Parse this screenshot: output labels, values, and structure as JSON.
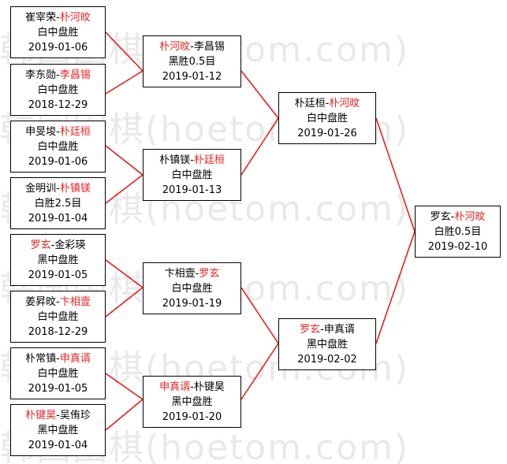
{
  "watermark": "韩国围棋(hoetom.com)",
  "colors": {
    "line": "#ee1111",
    "winner": "#ee2222",
    "box_border": "#000000"
  },
  "matches": [
    {
      "id": "r1-1",
      "p1": "崔宰荣",
      "p2": "朴河旼",
      "winner": 2,
      "result": "白中盘胜",
      "date": "2019-01-06"
    },
    {
      "id": "r1-2",
      "p1": "李东勋",
      "p2": "李昌锡",
      "winner": 2,
      "result": "白中盘胜",
      "date": "2018-12-29"
    },
    {
      "id": "r1-3",
      "p1": "申旻埈",
      "p2": "朴廷桓",
      "winner": 2,
      "result": "白中盘胜",
      "date": "2019-01-06"
    },
    {
      "id": "r1-4",
      "p1": "金明训",
      "p2": "朴镇镁",
      "winner": 2,
      "result": "白胜2.5目",
      "date": "2019-01-04"
    },
    {
      "id": "r1-5",
      "p1": "罗玄",
      "p2": "金彩瑛",
      "winner": 1,
      "result": "黑中盘胜",
      "date": "2019-01-05"
    },
    {
      "id": "r1-6",
      "p1": "姜昇旼",
      "p2": "卞相壹",
      "winner": 2,
      "result": "白中盘胜",
      "date": "2018-12-29"
    },
    {
      "id": "r1-7",
      "p1": "朴常镇",
      "p2": "申真谞",
      "winner": 2,
      "result": "白中盘胜",
      "date": "2019-01-05"
    },
    {
      "id": "r1-8",
      "p1": "朴键昊",
      "p2": "吴侑珍",
      "winner": 1,
      "result": "黑中盘胜",
      "date": "2019-01-04"
    },
    {
      "id": "r2-1",
      "p1": "朴河旼",
      "p2": "李昌锡",
      "winner": 1,
      "result": "黑胜0.5目",
      "date": "2019-01-12"
    },
    {
      "id": "r2-2",
      "p1": "朴镇镁",
      "p2": "朴廷桓",
      "winner": 2,
      "result": "白中盘胜",
      "date": "2019-01-13"
    },
    {
      "id": "r2-3",
      "p1": "卞相壹",
      "p2": "罗玄",
      "winner": 2,
      "result": "白中盘胜",
      "date": "2019-01-19"
    },
    {
      "id": "r2-4",
      "p1": "申真谞",
      "p2": "朴键昊",
      "winner": 1,
      "result": "黑中盘胜",
      "date": "2019-01-20"
    },
    {
      "id": "r3-1",
      "p1": "朴廷桓",
      "p2": "朴河旼",
      "winner": 2,
      "result": "白中盘胜",
      "date": "2019-01-26"
    },
    {
      "id": "r3-2",
      "p1": "罗玄",
      "p2": "申真谞",
      "winner": 1,
      "result": "黑中盘胜",
      "date": "2019-02-02"
    },
    {
      "id": "final",
      "p1": "罗玄",
      "p2": "朴河旼",
      "winner": 2,
      "result": "白胜0.5目",
      "date": "2019-02-10"
    }
  ]
}
